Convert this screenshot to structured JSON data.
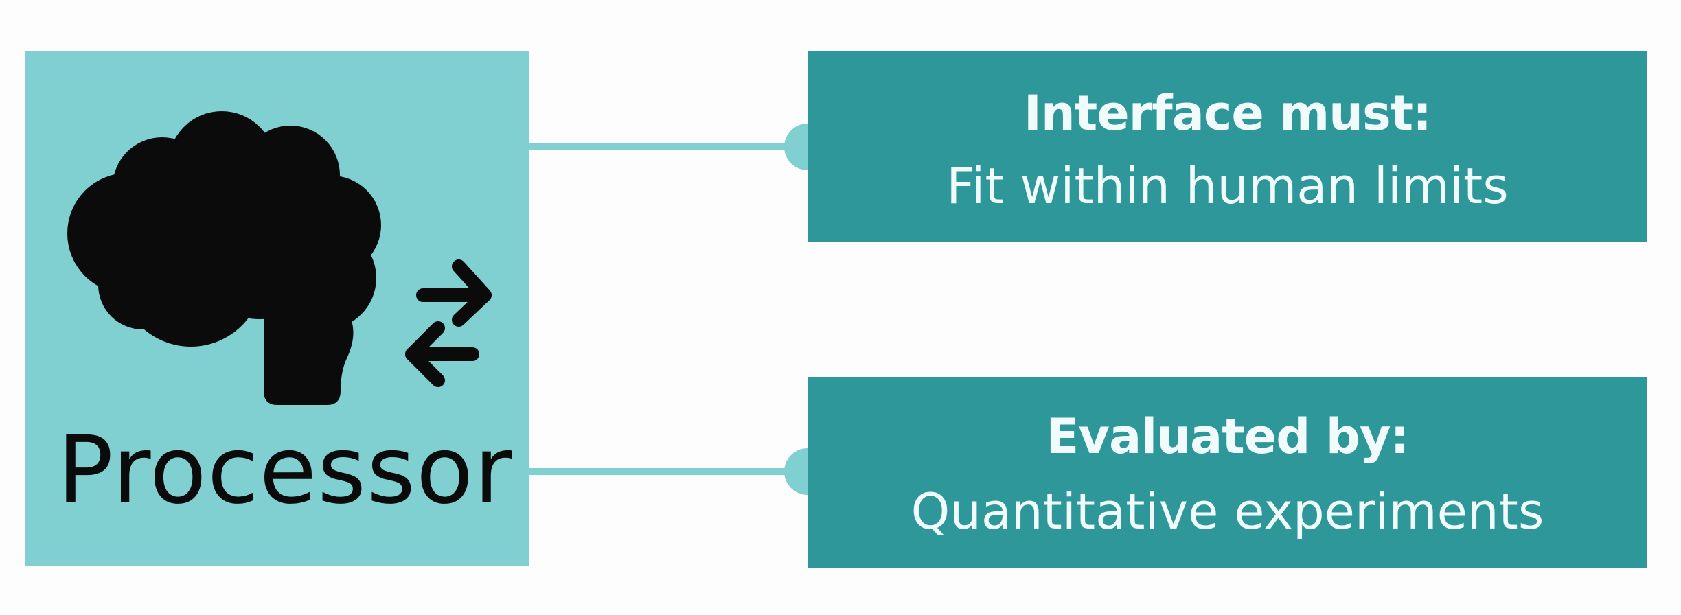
{
  "processor": {
    "label": "Processor",
    "icon": "brain-with-arrows-icon"
  },
  "boxes": [
    {
      "title": "Interface must:",
      "body": "Fit within human limits"
    },
    {
      "title": "Evaluated by:",
      "body": "Quantitative experiments"
    }
  ],
  "colors": {
    "processor_box": "#80d0d1",
    "connector": "#80d0d1",
    "info_box": "#2e979a",
    "info_text": "#f2fbfb",
    "icon": "#0b0b0b"
  }
}
